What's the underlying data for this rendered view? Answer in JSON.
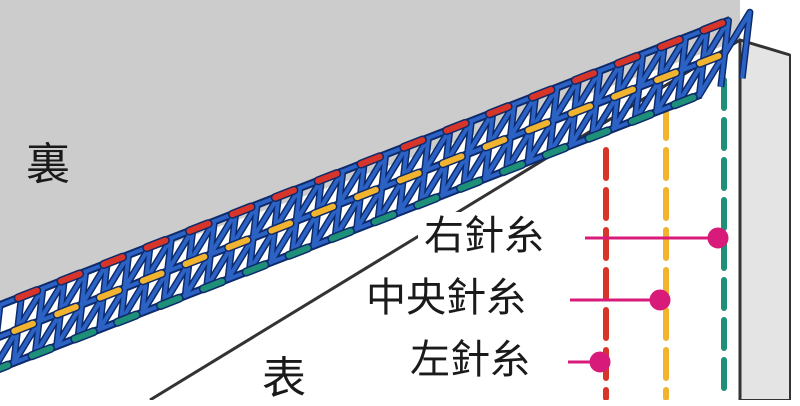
{
  "labels": {
    "back": "裏",
    "front": "表",
    "right_thread": "右針糸",
    "center_thread": "中央針糸",
    "left_thread": "左針糸"
  },
  "colors": {
    "back_fabric": "#cccccc",
    "front_fabric": "#ffffff",
    "edge_fabric": "#e6e6e6",
    "stitch_blue": "#2b62c4",
    "stitch_outline": "#0d2a6b",
    "needle_right": "#1e8f78",
    "needle_center": "#f2b42e",
    "needle_left": "#d8352a",
    "leader": "#d81b7a"
  }
}
